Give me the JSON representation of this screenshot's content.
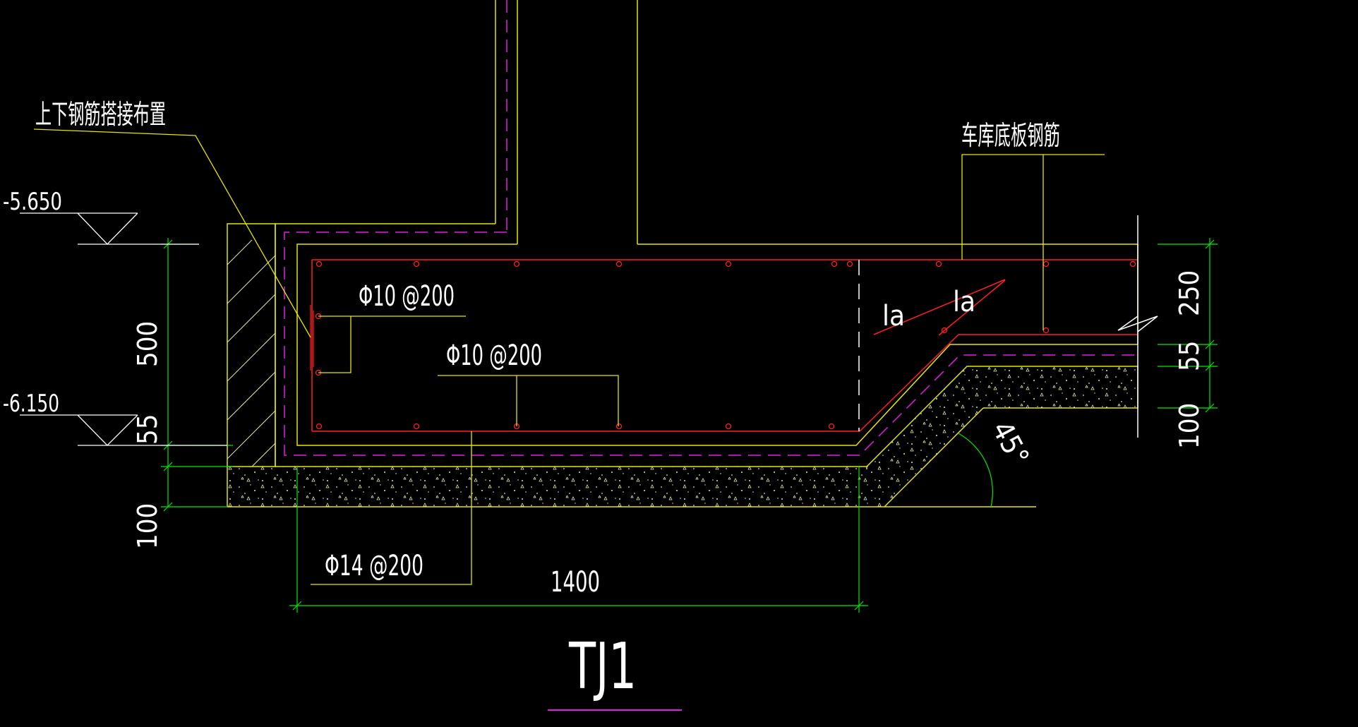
{
  "drawing": {
    "title": "TJ1",
    "colors": {
      "background": "#000000",
      "structure": "#e6e600",
      "rebar": "#ff2020",
      "dimension": "#00e600",
      "waterproof": "#e020e0",
      "text": "#ffffff",
      "hatch": "#e6e6b0"
    },
    "labels": {
      "lap_arrangement": "上下钢筋搭接布置",
      "garage_slab_rebar": "车库底板钢筋",
      "level_top": "-5.650",
      "level_bottom": "-6.150",
      "rebar_side": "Φ10 @200",
      "rebar_top": "Φ10 @200",
      "rebar_bottom": "Φ14 @200",
      "anchor_la_1": "la",
      "anchor_la_2": "la",
      "angle": "45°"
    },
    "dimensions": {
      "left_height": "500",
      "left_cover": "55",
      "left_pad": "100",
      "width": "1400",
      "right_slab": "250",
      "right_cover": "55",
      "right_pad": "100"
    }
  }
}
